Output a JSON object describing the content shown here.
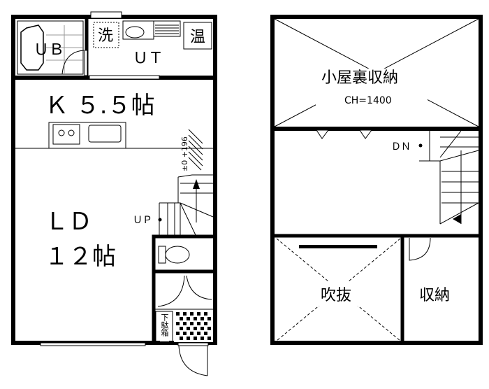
{
  "ground_floor": {
    "ub_label": "ＵＢ",
    "ut_label": "ＵＴ",
    "washer_label": "洗",
    "water_heater_label": "温",
    "kitchen_label": "Ｋ ５.５帖",
    "level_label": "±0 +196",
    "up_label": "ＵＰ",
    "ld_label_line1": "ＬＤ",
    "ld_label_line2": "１２帖",
    "shoe_box_label": "下駄箱"
  },
  "upper_floor": {
    "attic_label": "小屋裏収納",
    "ceiling_height_label": "CH=1400",
    "dn_label": "ＤＮ",
    "void_label": "吹抜",
    "storage_label": "収納"
  }
}
